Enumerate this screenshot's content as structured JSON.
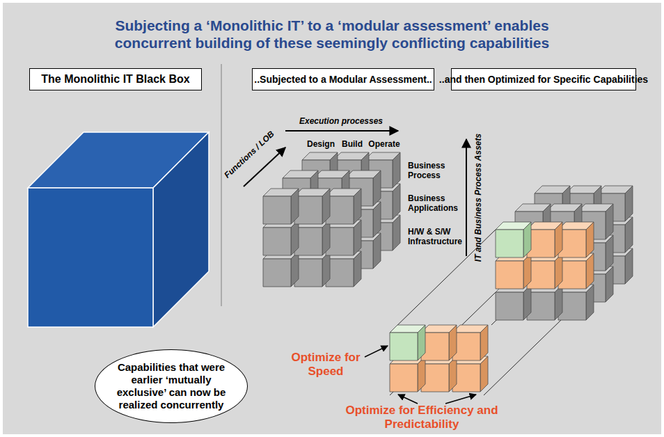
{
  "diagram": {
    "title": "Subjecting a ‘Monolithic IT’ to a ‘modular assessment’ enables concurrent building of these seemingly conflicting capabilities",
    "nodes": [
      {
        "text": [
          "The Monolithic IT Black Box"
        ]
      },
      {
        "text": [
          "..Subjected to a Modular Assessment.."
        ]
      },
      {
        "text": [
          "..and then Optimized for Specific Capabilities"
        ]
      },
      {
        "text": [
          "Capabilities that were earlier ‘mutually exclusive’ can now be realized concurrently"
        ]
      }
    ],
    "labels": [
      "Execution processes",
      "Design",
      "Build",
      "Operate",
      "Functions / LOB",
      "Business Process",
      "Business Applications",
      "H/W & S/W Infrastructure",
      "IT and Business Process Assets",
      "Optimize for Speed",
      "Optimize for Efficiency and Predictability"
    ]
  }
}
